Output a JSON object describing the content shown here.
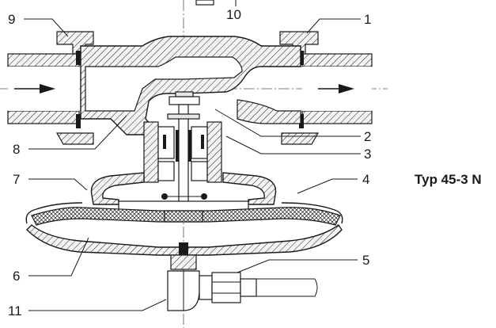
{
  "model_label": "Typ 45-3 N",
  "callouts": {
    "c1": "1",
    "c2": "2",
    "c3": "3",
    "c4": "4",
    "c5": "5",
    "c6": "6",
    "c7": "7",
    "c8": "8",
    "c9": "9",
    "c10": "10",
    "c11": "11"
  },
  "colors": {
    "line": "#1a1a1a",
    "fill": "#e6e6e6",
    "background": "#ffffff"
  }
}
